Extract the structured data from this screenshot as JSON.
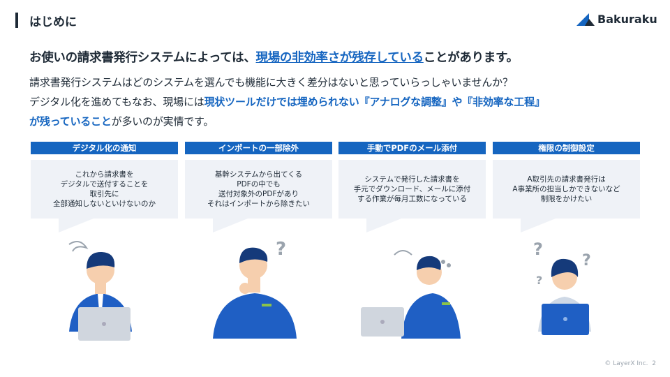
{
  "header": {
    "title": "はじめに",
    "logo": "Bakuraku"
  },
  "headline": {
    "pre": "お使いの請求書発行システムによっては、",
    "highlight": "現場の非効率さが残存している",
    "post": "ことがあります。"
  },
  "body": {
    "line1": "請求書発行システムはどのシステムを選んでも機能に大きく差分はないと思っていらっしゃいませんか？",
    "line2_pre": "デジタル化を進めてもなお、現場には",
    "line2_bold": "現状ツールだけでは埋められない『アナログな調整』や『非効率な工程』",
    "line3_bold": "が残っていること",
    "line3_post": "が多いのが実情です。"
  },
  "cards": [
    {
      "label": "デジタル化の通知",
      "text": "これから請求書を\nデジタルで送付することを\n取引先に\n全部通知しないといけないのか"
    },
    {
      "label": "インポートの一部除外",
      "text": "基幹システムから出てくる\nPDFの中でも\n送付対象外のPDFがあり\nそれはインポートから除きたい"
    },
    {
      "label": "手動でPDFのメール添付",
      "text": "システムで発行した請求書を\n手元でダウンロード、メールに添付\nする作業が毎月工数になっている"
    },
    {
      "label": "権限の制御設定",
      "text": "A取引先の請求書発行は\nA事業所の担当しかできないなど\n制限をかけたい"
    }
  ],
  "footer": {
    "copyright": "© LayerX Inc.",
    "page": "2"
  },
  "colors": {
    "accent": "#1565c0",
    "bubble": "#eff2f7"
  }
}
